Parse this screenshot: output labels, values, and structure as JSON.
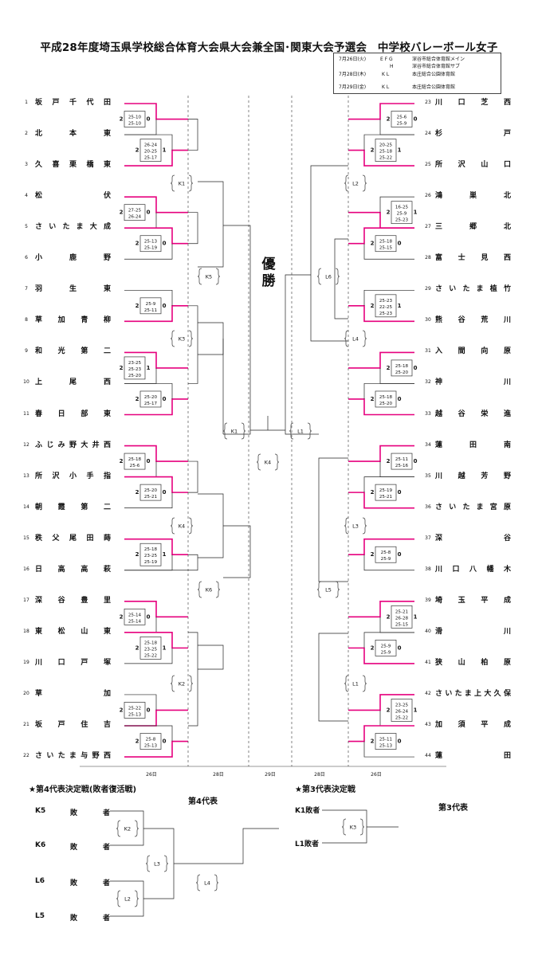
{
  "title": "平成28年度埼玉県学校総合体育大会県大会兼全国･関東大会予選会　中学校バレーボール女子",
  "schedule": [
    {
      "date": "7月26日(火)",
      "courts": "E F G",
      "venue": "深谷市総合体育館メイン"
    },
    {
      "date": "",
      "courts": "H",
      "venue": "深谷市総合体育館サブ"
    },
    {
      "date": "7月28日(木)",
      "courts": "K L",
      "venue": "本庄総合公園体育館"
    },
    {
      "date": "7月29日(金)",
      "courts": "K L",
      "venue": "本庄総合公園体育館"
    }
  ],
  "champion_label": "優勝",
  "left_teams": [
    {
      "num": "1",
      "name": "坂戸千代田"
    },
    {
      "num": "2",
      "name": "北本東"
    },
    {
      "num": "3",
      "name": "久喜栗橋東"
    },
    {
      "num": "4",
      "name": "松伏"
    },
    {
      "num": "5",
      "name": "さいたま大成"
    },
    {
      "num": "6",
      "name": "小鹿野"
    },
    {
      "num": "7",
      "name": "羽生東"
    },
    {
      "num": "8",
      "name": "草加青柳"
    },
    {
      "num": "9",
      "name": "和光第二"
    },
    {
      "num": "10",
      "name": "上尾西"
    },
    {
      "num": "11",
      "name": "春日部東"
    },
    {
      "num": "12",
      "name": "ふじみ野大井西"
    },
    {
      "num": "13",
      "name": "所沢小手指"
    },
    {
      "num": "14",
      "name": "朝霞第二"
    },
    {
      "num": "15",
      "name": "秩父尾田蒔"
    },
    {
      "num": "16",
      "name": "日高高萩"
    },
    {
      "num": "17",
      "name": "深谷豊里"
    },
    {
      "num": "18",
      "name": "東松山東"
    },
    {
      "num": "19",
      "name": "川口戸塚"
    },
    {
      "num": "20",
      "name": "草加"
    },
    {
      "num": "21",
      "name": "坂戸住吉"
    },
    {
      "num": "22",
      "name": "さいたま与野西"
    }
  ],
  "right_teams": [
    {
      "num": "23",
      "name": "川口芝西"
    },
    {
      "num": "24",
      "name": "杉戸"
    },
    {
      "num": "25",
      "name": "所沢山口"
    },
    {
      "num": "26",
      "name": "鴻巣北"
    },
    {
      "num": "27",
      "name": "三郷北"
    },
    {
      "num": "28",
      "name": "富士見西"
    },
    {
      "num": "29",
      "name": "さいたま植竹"
    },
    {
      "num": "30",
      "name": "熊谷荒川"
    },
    {
      "num": "31",
      "name": "入間向原"
    },
    {
      "num": "32",
      "name": "神川"
    },
    {
      "num": "33",
      "name": "越谷栄進"
    },
    {
      "num": "34",
      "name": "蓮田南"
    },
    {
      "num": "35",
      "name": "川越芳野"
    },
    {
      "num": "36",
      "name": "さいたま宮原"
    },
    {
      "num": "37",
      "name": "深谷"
    },
    {
      "num": "38",
      "name": "川口八幡木"
    },
    {
      "num": "39",
      "name": "埼玉平成"
    },
    {
      "num": "40",
      "name": "滑川"
    },
    {
      "num": "41",
      "name": "狭山柏原"
    },
    {
      "num": "42",
      "name": "さいたま上大久保"
    },
    {
      "num": "43",
      "name": "加須平成"
    },
    {
      "num": "44",
      "name": "蓮田"
    }
  ],
  "matches": [
    {
      "side": "L",
      "a": 1,
      "b": 2,
      "win": "a",
      "sa": "2",
      "sb": "0",
      "sets": [
        "25-10",
        "25-10"
      ]
    },
    {
      "side": "L",
      "a": 2,
      "b": 3,
      "win": "b",
      "sa": "2",
      "sb": "1",
      "sets": [
        "26-24",
        "20-25",
        "25-17"
      ]
    },
    {
      "side": "L",
      "a": 4,
      "b": 5,
      "win": "a",
      "sa": "2",
      "sb": "0",
      "sets": [
        "27-25",
        "26-24"
      ]
    },
    {
      "side": "L",
      "a": 5,
      "b": 6,
      "win": "a",
      "sa": "2",
      "sb": "0",
      "sets": [
        "25-13",
        "25-19"
      ]
    },
    {
      "side": "L",
      "a": 7,
      "b": 8,
      "win": "b",
      "sa": "2",
      "sb": "0",
      "sets": [
        "25-9",
        "25-11"
      ]
    },
    {
      "side": "L",
      "a": 9,
      "b": 10,
      "win": "a",
      "sa": "2",
      "sb": "1",
      "sets": [
        "23-25",
        "25-23",
        "25-20"
      ]
    },
    {
      "side": "L",
      "a": 10,
      "b": 11,
      "win": "b",
      "sa": "2",
      "sb": "0",
      "sets": [
        "25-20",
        "25-17"
      ]
    },
    {
      "side": "L",
      "a": 12,
      "b": 13,
      "win": "a",
      "sa": "2",
      "sb": "0",
      "sets": [
        "25-18",
        "25-6"
      ]
    },
    {
      "side": "L",
      "a": 13,
      "b": 14,
      "win": "a",
      "sa": "2",
      "sb": "0",
      "sets": [
        "25-20",
        "25-21"
      ]
    },
    {
      "side": "L",
      "a": 15,
      "b": 16,
      "win": "a",
      "sa": "2",
      "sb": "1",
      "sets": [
        "25-18",
        "23-25",
        "25-19"
      ]
    },
    {
      "side": "L",
      "a": 17,
      "b": 18,
      "win": "a",
      "sa": "2",
      "sb": "0",
      "sets": [
        "25-14",
        "25-14"
      ]
    },
    {
      "side": "L",
      "a": 18,
      "b": 19,
      "win": "a",
      "sa": "2",
      "sb": "1",
      "sets": [
        "25-18",
        "23-25",
        "25-22"
      ]
    },
    {
      "side": "L",
      "a": 20,
      "b": 21,
      "win": "b",
      "sa": "2",
      "sb": "0",
      "sets": [
        "25-22",
        "25-13"
      ]
    },
    {
      "side": "L",
      "a": 21,
      "b": 22,
      "win": "b",
      "sa": "2",
      "sb": "0",
      "sets": [
        "25-8",
        "25-13"
      ]
    },
    {
      "side": "R",
      "a": 23,
      "b": 24,
      "win": "a",
      "sa": "2",
      "sb": "0",
      "sets": [
        "25-6",
        "25-9"
      ]
    },
    {
      "side": "R",
      "a": 24,
      "b": 25,
      "win": "b",
      "sa": "2",
      "sb": "1",
      "sets": [
        "20-25",
        "25-18",
        "25-22"
      ]
    },
    {
      "side": "R",
      "a": 26,
      "b": 27,
      "win": "b",
      "sa": "2",
      "sb": "1",
      "sets": [
        "16-25",
        "25-9",
        "25-23"
      ]
    },
    {
      "side": "R",
      "a": 27,
      "b": 28,
      "win": "a",
      "sa": "2",
      "sb": "0",
      "sets": [
        "25-18",
        "25-15"
      ]
    },
    {
      "side": "R",
      "a": 29,
      "b": 30,
      "win": "b",
      "sa": "2",
      "sb": "1",
      "sets": [
        "25-23",
        "22-25",
        "25-23"
      ]
    },
    {
      "side": "R",
      "a": 31,
      "b": 32,
      "win": "a",
      "sa": "2",
      "sb": "0",
      "sets": [
        "25-18",
        "25-20"
      ]
    },
    {
      "side": "R",
      "a": 32,
      "b": 33,
      "win": "b",
      "sa": "2",
      "sb": "0",
      "sets": [
        "25-18",
        "25-20"
      ]
    },
    {
      "side": "R",
      "a": 34,
      "b": 35,
      "win": "a",
      "sa": "2",
      "sb": "0",
      "sets": [
        "25-11",
        "25-16"
      ]
    },
    {
      "side": "R",
      "a": 35,
      "b": 36,
      "win": "b",
      "sa": "2",
      "sb": "0",
      "sets": [
        "25-19",
        "25-21"
      ]
    },
    {
      "side": "R",
      "a": 37,
      "b": 38,
      "win": "a",
      "sa": "2",
      "sb": "0",
      "sets": [
        "25-8",
        "25-9"
      ]
    },
    {
      "side": "R",
      "a": 39,
      "b": 40,
      "win": "a",
      "sa": "2",
      "sb": "1",
      "sets": [
        "25-21",
        "26-28",
        "25-15"
      ]
    },
    {
      "side": "R",
      "a": 40,
      "b": 41,
      "win": "b",
      "sa": "2",
      "sb": "0",
      "sets": [
        "25-9",
        "25-9"
      ]
    },
    {
      "side": "R",
      "a": 42,
      "b": 43,
      "win": "a",
      "sa": "2",
      "sb": "1",
      "sets": [
        "23-25",
        "26-24",
        "25-22"
      ]
    },
    {
      "side": "R",
      "a": 43,
      "b": 44,
      "win": "a",
      "sa": "2",
      "sb": "0",
      "sets": [
        "25-11",
        "25-13"
      ]
    }
  ],
  "court_labels": {
    "K1a": "K1",
    "K3": "K3",
    "K4a": "K4",
    "K2": "K2",
    "K5": "K5",
    "K6": "K6",
    "K1b": "K1",
    "K4b": "K4",
    "L1a": "L1",
    "L2": "L2",
    "L6": "L6",
    "L4": "L4",
    "L3": "L3",
    "L5": "L5",
    "L1b": "L1"
  },
  "day_labels": {
    "left_round1": "26日",
    "left_round2": "28日",
    "final": "29日",
    "right_round2": "28日",
    "right_round1": "26日"
  },
  "rep4": {
    "title": "★第4代表決定戦(敗者復活戦)",
    "result_label": "第4代表",
    "entries": [
      {
        "code": "K5",
        "word": "敗者"
      },
      {
        "code": "K6",
        "word": "敗者"
      },
      {
        "code": "L6",
        "word": "敗者"
      },
      {
        "code": "L5",
        "word": "敗者"
      }
    ],
    "courts": [
      "K2",
      "L3",
      "L2",
      "L4"
    ]
  },
  "rep3": {
    "title": "★第3代表決定戦",
    "result_label": "第3代表",
    "entries": [
      "K1敗者",
      "L1敗者"
    ],
    "court": "K3"
  },
  "colors": {
    "win_line": "#e6007e",
    "line": "#222222"
  }
}
